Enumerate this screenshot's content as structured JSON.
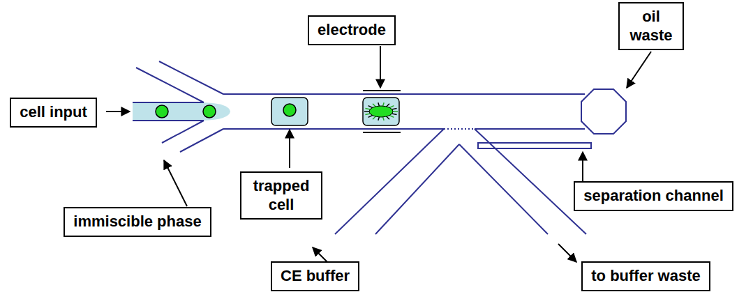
{
  "diagram": {
    "nodes": [
      {
        "text": [
          "electrode"
        ]
      },
      {
        "text": [
          "oil waste"
        ]
      },
      {
        "text": [
          "cell input"
        ]
      },
      {
        "text": [
          "trapped cell"
        ]
      },
      {
        "text": [
          "separation channel"
        ]
      },
      {
        "text": [
          "immiscible phase"
        ]
      },
      {
        "text": [
          "CE buffer"
        ]
      },
      {
        "text": [
          "to buffer waste"
        ]
      }
    ]
  }
}
